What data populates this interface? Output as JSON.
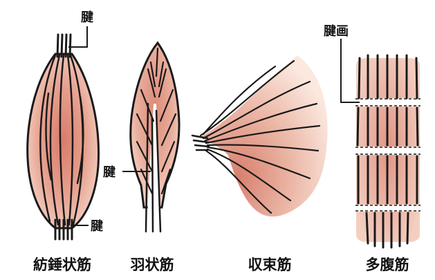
{
  "colors": {
    "muscle_core": "#d97b6a",
    "muscle_mid": "#eab09f",
    "muscle_edge": "#f7dcd0",
    "fiber": "#1a1a1a",
    "background": "#ffffff"
  },
  "types": [
    {
      "id": "fusiform",
      "caption": "紡錘状筋",
      "labels": [
        "腱",
        "腱"
      ]
    },
    {
      "id": "pennate",
      "caption": "羽状筋",
      "labels": [
        "腱"
      ]
    },
    {
      "id": "convergent",
      "caption": "収束筋",
      "labels": []
    },
    {
      "id": "multigastric",
      "caption": "多腹筋",
      "labels": [
        "腱画"
      ]
    }
  ]
}
